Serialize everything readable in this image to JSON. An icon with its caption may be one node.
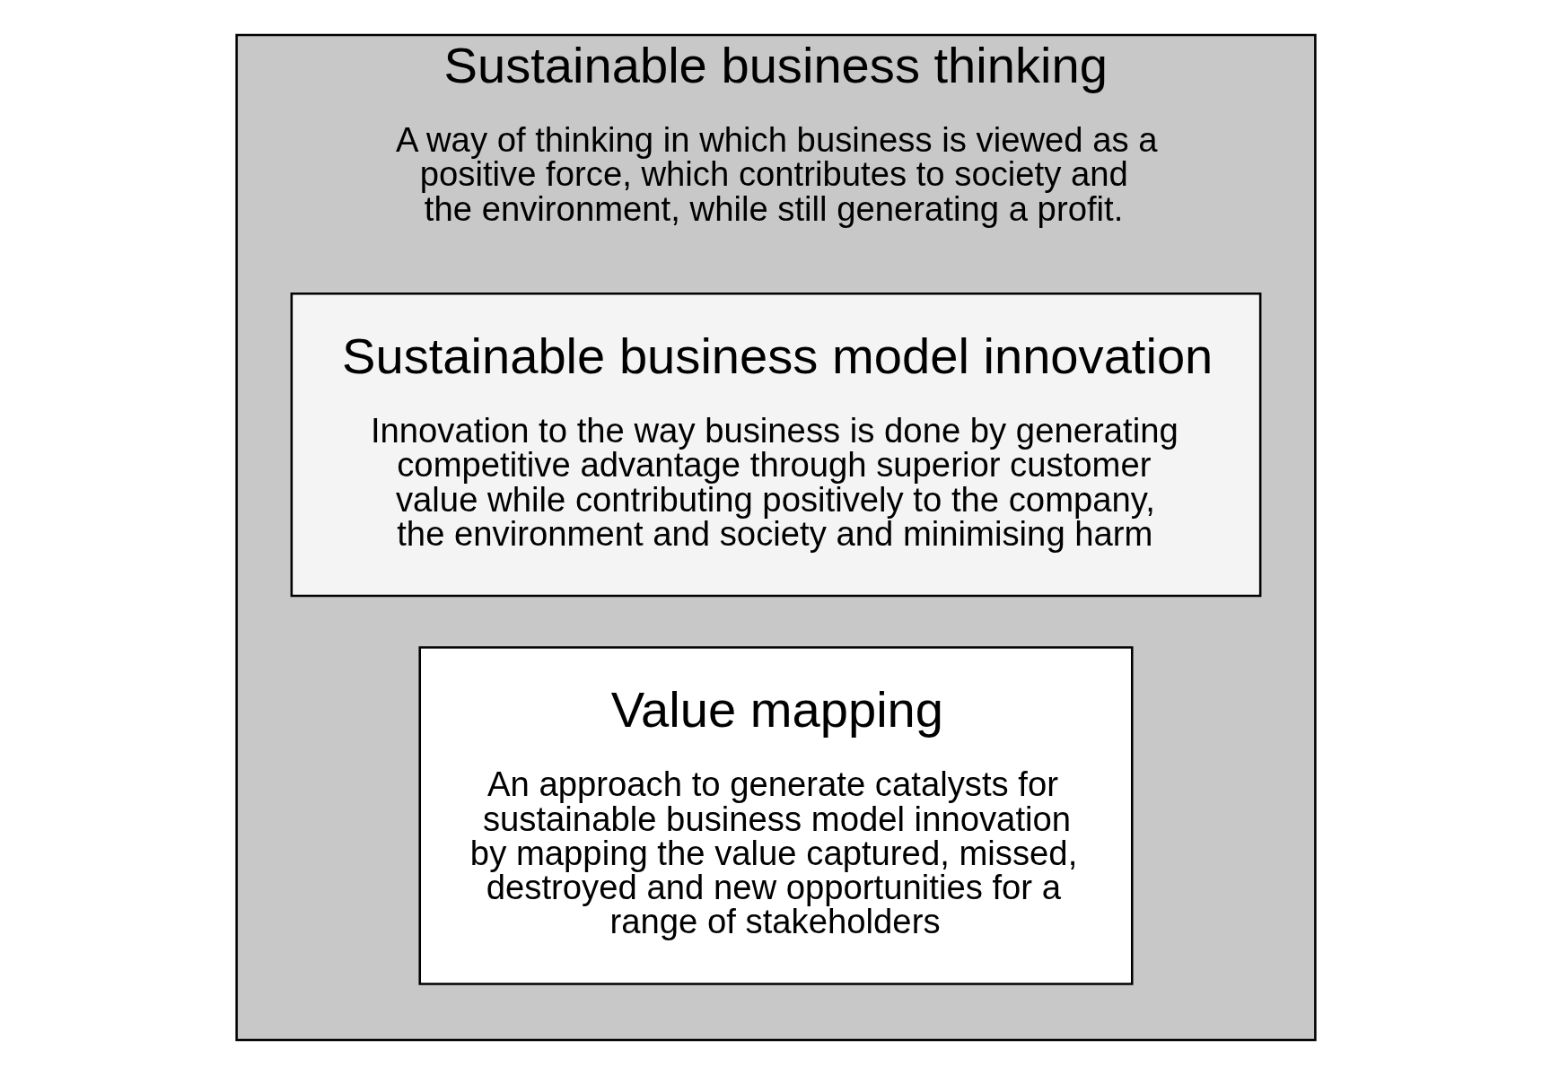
{
  "diagram": {
    "nodes": [
      {
        "text": [
          "Sustainable business thinking",
          "A way of thinking in which business is viewed as a positive force, which contributes to society and the environment, while still generating a profit."
        ]
      },
      {
        "text": [
          "Sustainable business model innovation",
          "Innovation to the way business is done by generating competitive advantage through superior customer value while contributing positively to the company, the environment and society and minimising harm"
        ],
        "in": 0
      },
      {
        "text": [
          "Value mapping",
          "An approach to generate catalysts for sustainable business model innovation by mapping the value captured, missed, destroyed and new opportunities for a range of stakeholders"
        ],
        "in": 0
      }
    ]
  }
}
